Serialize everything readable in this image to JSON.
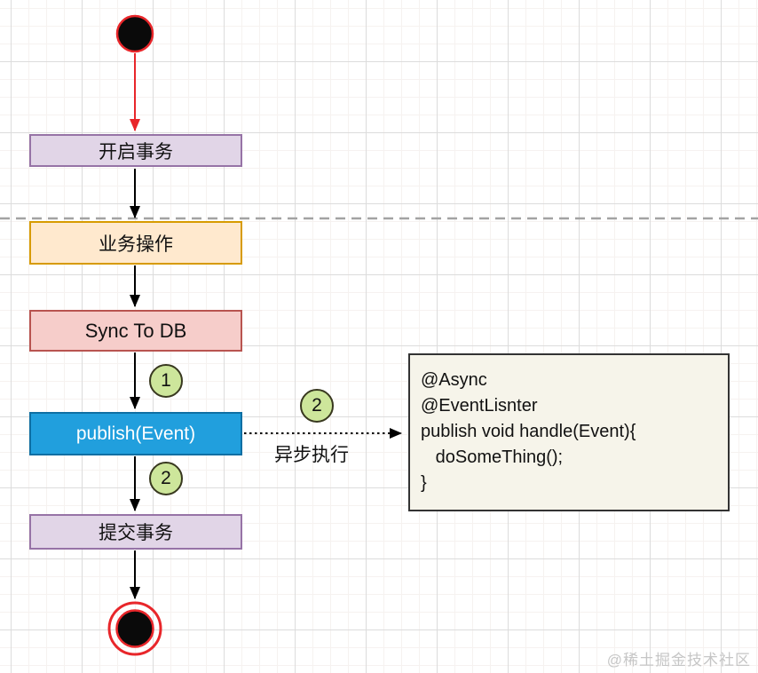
{
  "diagram": {
    "title_hint": "transaction event publish activity diagram",
    "nodes": {
      "open_transaction": {
        "label": "开启事务"
      },
      "business_operation": {
        "label": "业务操作"
      },
      "sync_to_db": {
        "label": "Sync To DB"
      },
      "publish_event": {
        "label": "publish(Event)"
      },
      "commit_transaction": {
        "label": "提交事务"
      }
    },
    "badges": {
      "step1": "1",
      "step2": "2",
      "step2_async": "2"
    },
    "edge_labels": {
      "async_exec": "异步执行"
    },
    "code_note": {
      "lines": [
        "@Async",
        "@EventLisnter",
        "publish void handle(Event){",
        "   doSomeThing();",
        "}"
      ]
    },
    "colors": {
      "purple_fill": "#e1d5e7",
      "purple_border": "#9673a6",
      "orange_fill": "#ffe9ce",
      "orange_border": "#d79b00",
      "red_fill": "#f6cdca",
      "red_border": "#b85450",
      "blue_fill": "#219fdd",
      "blue_border": "#0e6fa3",
      "badge_fill": "#cde69b",
      "note_fill": "#f6f4ea",
      "accent_red": "#e8262a",
      "arrow_black": "#000000"
    }
  },
  "watermark": "@稀土掘金技术社区"
}
